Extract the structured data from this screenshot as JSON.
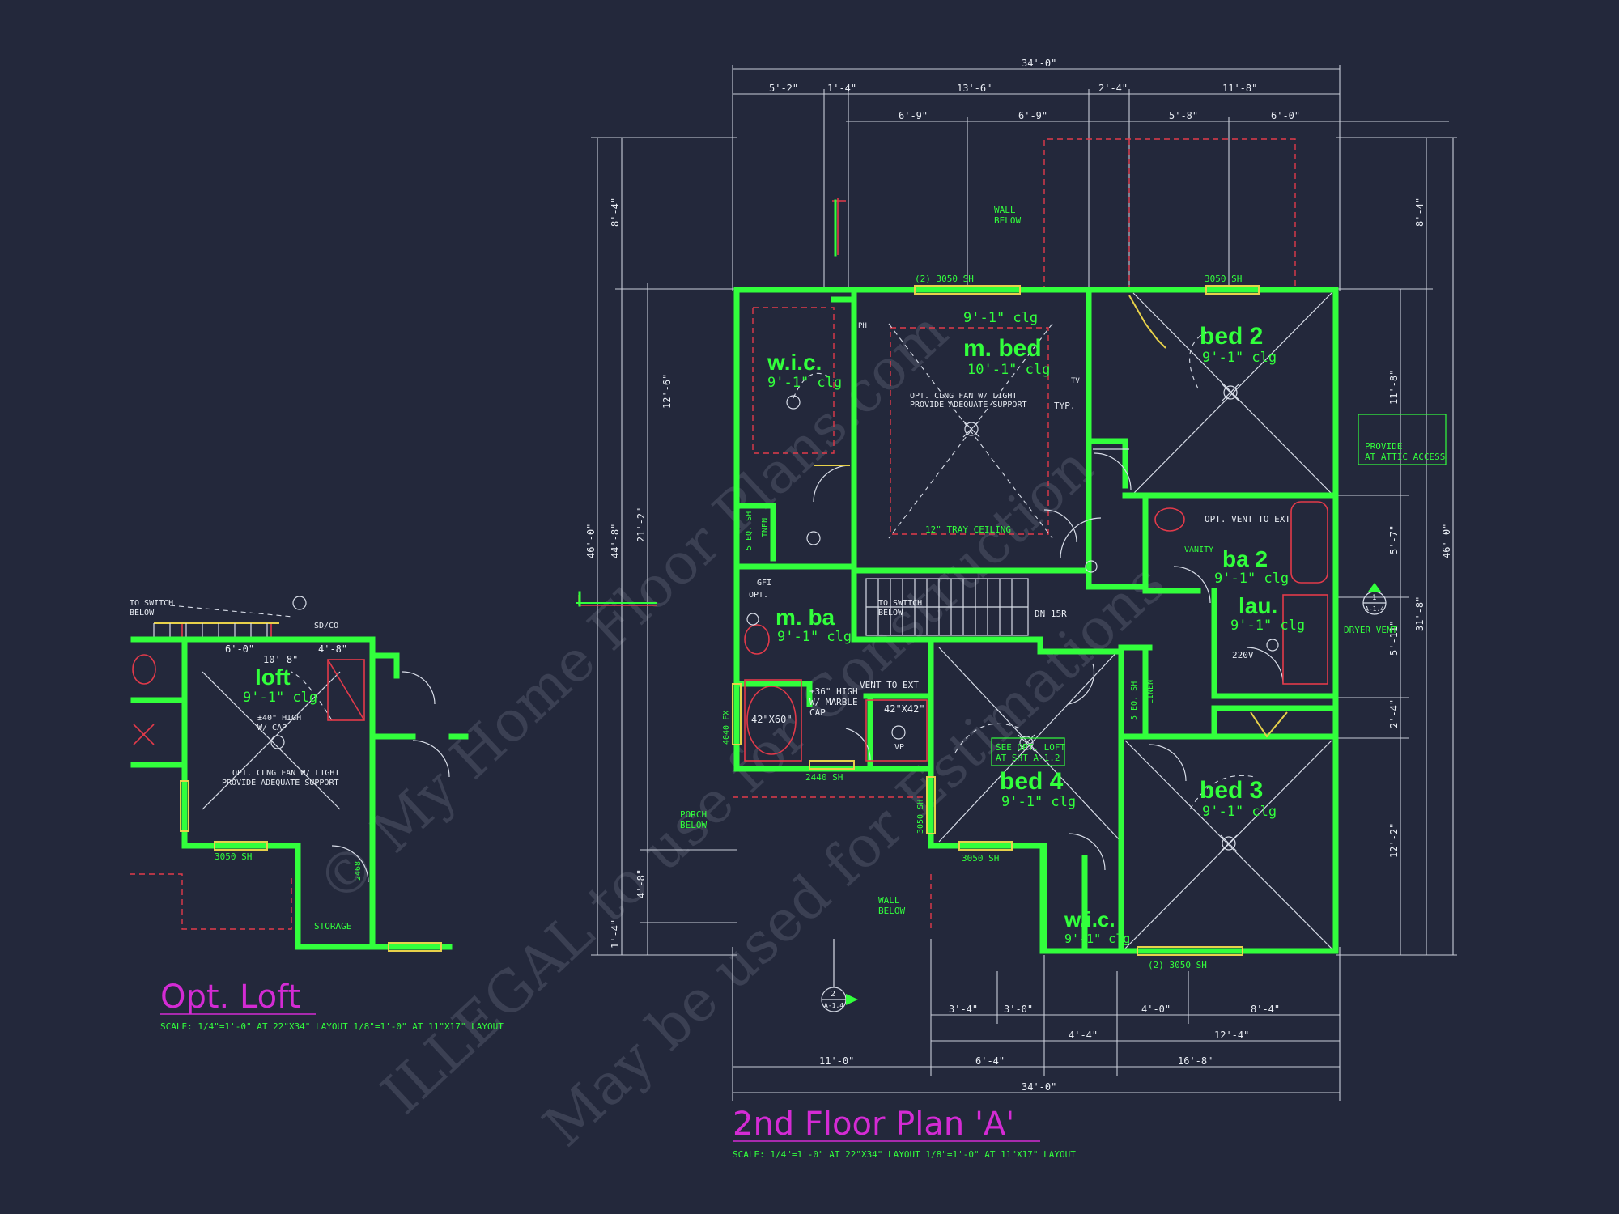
{
  "plan": {
    "title": "2nd Floor Plan 'A'",
    "scale": "SCALE: 1/4\"=1'-0\" AT 22\"X34\" LAYOUT    1/8\"=1'-0\" AT 11\"X17\" LAYOUT",
    "rooms": {
      "wic_master": {
        "name": "w.i.c.",
        "clg": "9'-1\" clg"
      },
      "master_bed": {
        "name": "m. bed",
        "clg": "10'-1\" clg"
      },
      "bed2": {
        "name": "bed 2",
        "clg": "9'-1\" clg"
      },
      "master_bath": {
        "name": "m. ba",
        "clg": "9'-1\" clg"
      },
      "bath2": {
        "name": "ba 2",
        "clg": "9'-1\" clg"
      },
      "laundry": {
        "name": "lau.",
        "clg": "9'-1\" clg"
      },
      "bed4": {
        "name": "bed 4",
        "clg": "9'-1\" clg"
      },
      "bed3": {
        "name": "bed 3",
        "clg": "9'-1\" clg"
      },
      "wic_bed4": {
        "name": "w.i.c.",
        "clg": "9'-1\" clg"
      }
    },
    "notes": {
      "fan": "OPT. CLNG FAN W/ LIGHT",
      "support": "PROVIDE ADEQUATE SUPPORT",
      "tray": "12\" TRAY CEILING",
      "wall_below_top": "WALL",
      "wall_below_top2": "BELOW",
      "attic1": "PROVIDE",
      "attic2": "AT ATTIC ACCESS",
      "vent_ext": "OPT. VENT TO EXT",
      "vanity": "VANITY",
      "dryer_vent": "DRYER VENT",
      "switch1": "TO SWITCH",
      "switch2": "BELOW",
      "dn": "DN 15R",
      "vent_ext2": "VENT TO EXT",
      "marble1": "±36\" HIGH",
      "marble2": "W/ MARBLE",
      "marble3": "CAP",
      "tub": "42\"X60\"",
      "shower": "42\"X42\"",
      "see_loft1": "SEE OPT. LOFT",
      "see_loft2": "AT SHT A-1.2",
      "porch1": "PORCH",
      "porch2": "BELOW",
      "wall2_1": "WALL",
      "wall2_2": "BELOW",
      "typ": "TYP.",
      "linen": "LINEN",
      "shelves": "5 EQ. SH",
      "v220": "220V",
      "gfi": "GFI",
      "opt": "OPT.",
      "vp": "VP",
      "ph": "PH",
      "tv": "TV"
    },
    "windows": {
      "top_master": "(2) 3050 SH",
      "top_bed2": "3050 SH",
      "bottom_bed3": "(2) 3050 SH",
      "bottom_bed4": "3050 SH",
      "mbath": "2440 SH",
      "bed4_side": "3050 SH",
      "mbath_side": "4040 FX"
    },
    "dims_top": {
      "overall": "34'-0\"",
      "row2": [
        "5'-2\"",
        "1'-4\"",
        "13'-6\"",
        "2'-4\"",
        "11'-8\""
      ],
      "row3": [
        "6'-9\"",
        "6'-9\"",
        "5'-8\"",
        "6'-0\""
      ]
    },
    "dims_bottom": {
      "overall": "34'-0\"",
      "row1": [
        "3'-4\"",
        "3'-0\"",
        "4'-0\"",
        "8'-4\""
      ],
      "row2": [
        "4'-4\"",
        "12'-4\""
      ],
      "row3": [
        "11'-0\"",
        "6'-4\"",
        "16'-8\""
      ]
    },
    "dims_left": {
      "overall": "46'-0\"",
      "row2": [
        "8'-4\"",
        "44'-8\""
      ],
      "row3": [
        "12'-6\"",
        "21'-2\"",
        "4'-8\"",
        "1'-4\""
      ]
    },
    "dims_right": {
      "overall": "46'-0\"",
      "row2": [
        "8'-4\"",
        "31'-8\""
      ],
      "row3": [
        "11'-8\"",
        "5'-7\"",
        "5'-11\"",
        "2'-4\"",
        "12'-2\""
      ]
    },
    "section_mark": {
      "num": "2",
      "sheet": "A-1.4"
    },
    "section_mark_right": {
      "num": "1",
      "sheet": "A-1.4"
    },
    "watermark": [
      "© My Home Floor Plans.com",
      "ILLEGAL to use for Construction",
      "May be used for Estimations"
    ]
  },
  "loft": {
    "title": "Opt. Loft",
    "scale": "SCALE: 1/4\"=1'-0\" AT 22\"X34\" LAYOUT    1/8\"=1'-0\" AT 11\"X17\" LAYOUT",
    "room": {
      "name": "loft",
      "clg": "9'-1\" clg"
    },
    "notes": {
      "switch1": "TO SWITCH",
      "switch2": "BELOW",
      "sdco": "SD/CO",
      "high1": "±40\" HIGH",
      "high2": "W/ CAP",
      "fan": "OPT. CLNG FAN W/ LIGHT",
      "support": "PROVIDE ADEQUATE SUPPORT",
      "window": "3050 SH",
      "storage": "STORAGE",
      "door": "2468",
      "dim1": "6'-0\"",
      "dim2": "10'-8\"",
      "dim3": "4'-8\""
    }
  },
  "colors": {
    "background": "#23283b",
    "walls": "#32ff3c",
    "dimension_lines": "#c9ced9",
    "hidden_lines": "#e23a4a",
    "windows": "#e7d14a",
    "titles": "#d42bd4"
  }
}
